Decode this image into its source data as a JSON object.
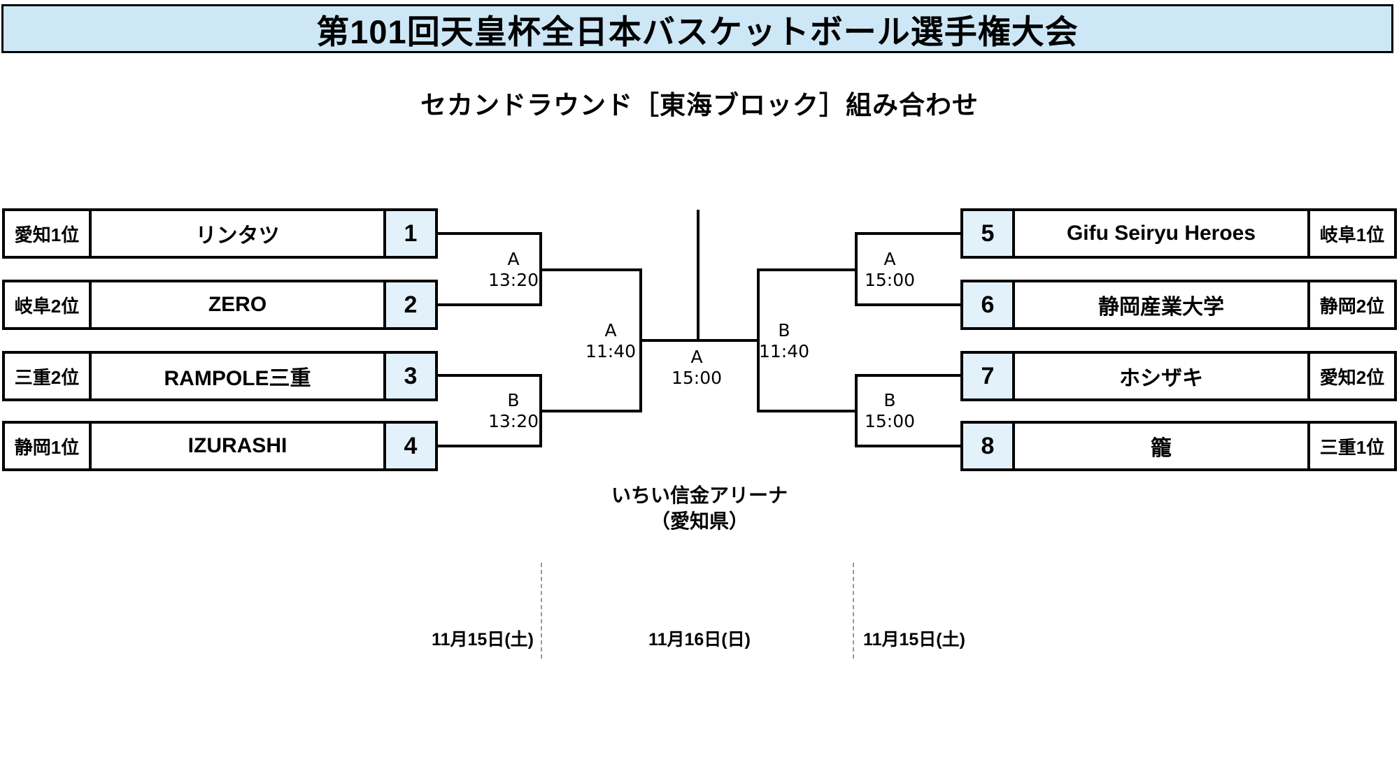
{
  "header": {
    "title": "第101回天皇杯全日本バスケットボール選手権大会",
    "subtitle": "セカンドラウンド［東海ブロック］組み合わせ"
  },
  "colors": {
    "banner_bg": "#cde7f7",
    "seed_box_bg": "#e3f1fb",
    "line": "#000000",
    "day_separator": "#999999"
  },
  "bracket": {
    "left_teams": [
      {
        "rank": "愛知1位",
        "name": "リンタツ",
        "seed": "1"
      },
      {
        "rank": "岐阜2位",
        "name": "ZERO",
        "seed": "2"
      },
      {
        "rank": "三重2位",
        "name": "RAMPOLE三重",
        "seed": "3"
      },
      {
        "rank": "静岡1位",
        "name": "IZURASHI",
        "seed": "4"
      }
    ],
    "right_teams": [
      {
        "seed": "5",
        "name": "Gifu Seiryu Heroes",
        "rank": "岐阜1位"
      },
      {
        "seed": "6",
        "name": "静岡産業大学",
        "rank": "静岡2位"
      },
      {
        "seed": "7",
        "name": "ホシザキ",
        "rank": "愛知2位"
      },
      {
        "seed": "8",
        "name": "籠",
        "rank": "三重1位"
      }
    ],
    "matches": {
      "left_quarter_a": {
        "court": "A",
        "time": "13:20"
      },
      "left_quarter_b": {
        "court": "B",
        "time": "13:20"
      },
      "left_semi": {
        "court": "A",
        "time": "11:40"
      },
      "final": {
        "court": "A",
        "time": "15:00"
      },
      "right_quarter_a": {
        "court": "A",
        "time": "15:00"
      },
      "right_quarter_b": {
        "court": "B",
        "time": "15:00"
      },
      "right_semi": {
        "court": "B",
        "time": "11:40"
      }
    }
  },
  "venue": {
    "name": "いちい信金アリーナ",
    "prefecture": "（愛知県）"
  },
  "dates": [
    "11月15日(土)",
    "11月16日(日)",
    "11月15日(土)"
  ]
}
